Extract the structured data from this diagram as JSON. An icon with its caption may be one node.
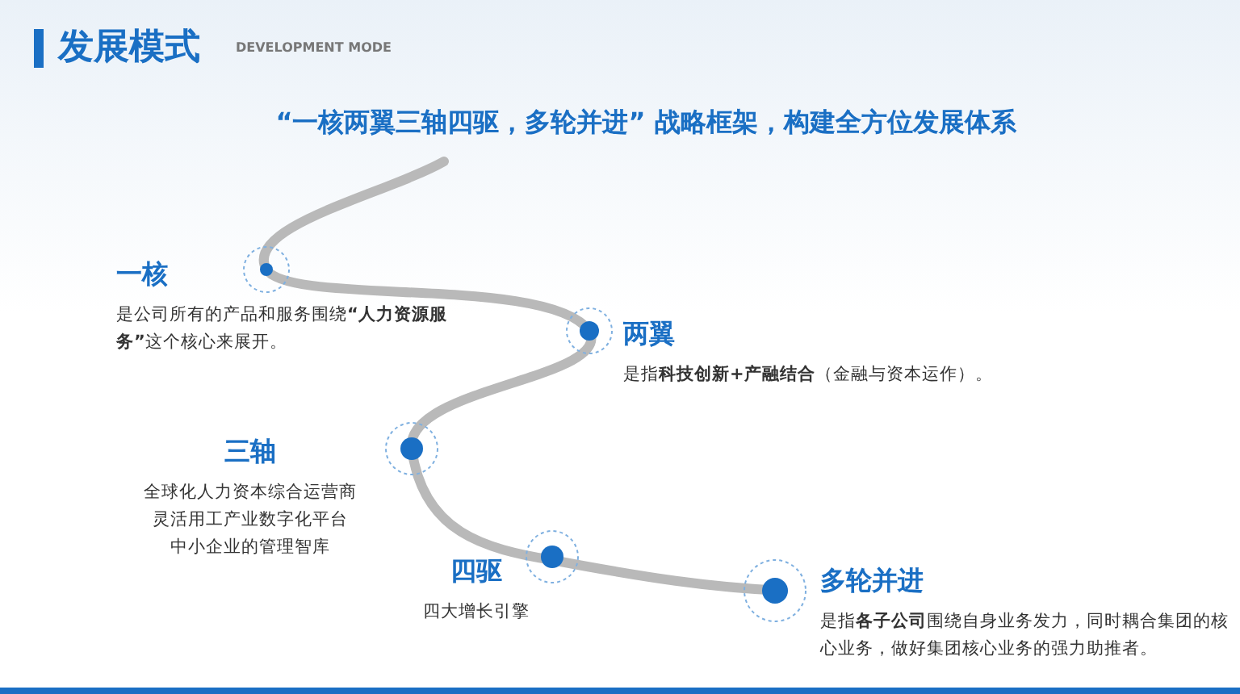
{
  "diagram": {
    "title": "发展模式",
    "nodes": [
      {
        "text": [
          "一核",
          "是公司所有的产品和服务围绕**“人力资源服务”**这个核心来展开。"
        ]
      },
      {
        "text": [
          "两翼",
          "是指**科技创新+产融结合**（金融与资本运作）。"
        ]
      },
      {
        "text": [
          "三轴",
          "全球化人力资本综合运营商",
          "灵活用工产业数字化平台",
          "中小企业的管理智库"
        ]
      },
      {
        "text": [
          "四驱",
          "四大增长引擎"
        ]
      },
      {
        "text": [
          "多轮并进",
          "是指**各子公司**围绕自身业务发力，同时耦合集团的核心业务，做好集团核心业务的强力助推者。"
        ]
      }
    ],
    "labels": [
      "DEVELOPMENT MODE",
      "“一核两翼三轴四驱，多轮并进” 战略框架，构建全方位发展体系"
    ]
  }
}
